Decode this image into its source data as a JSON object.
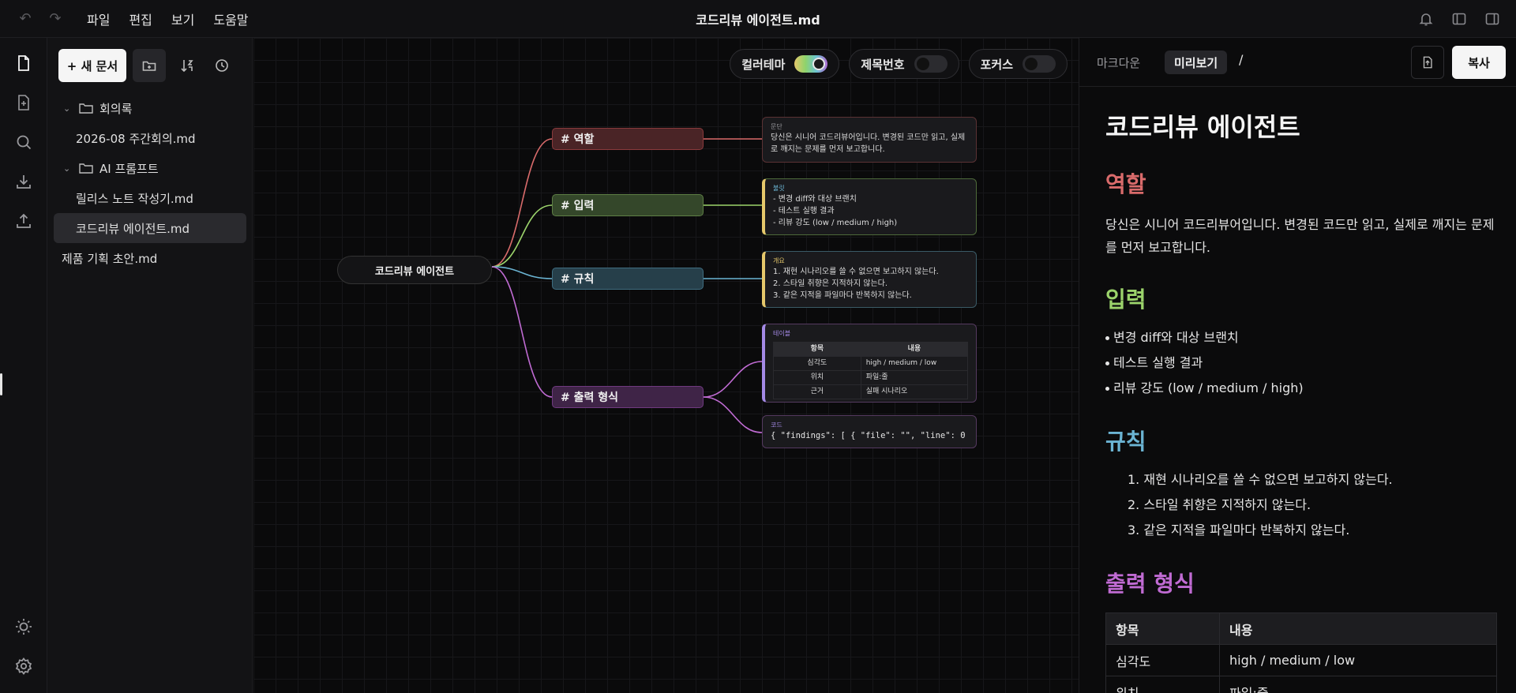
{
  "topbar": {
    "menu": [
      "파일",
      "편집",
      "보기",
      "도움말"
    ],
    "title": "코드리뷰 에이전트.md"
  },
  "sidebar": {
    "new_doc_label": "+ 새 문서",
    "tree": [
      {
        "type": "folder",
        "label": "회의록"
      },
      {
        "type": "file",
        "label": "2026-08 주간회의.md"
      },
      {
        "type": "folder",
        "label": "AI 프롬프트"
      },
      {
        "type": "file",
        "label": "릴리스 노트 작성기.md"
      },
      {
        "type": "file",
        "label": "코드리뷰 에이전트.md",
        "selected": true
      },
      {
        "type": "file",
        "label": "제품 기획 초안.md",
        "top": true
      }
    ]
  },
  "canvas": {
    "toggles": [
      {
        "label": "컬러테마",
        "on": true
      },
      {
        "label": "제목번호",
        "on": false
      },
      {
        "label": "포커스",
        "on": false
      }
    ],
    "root": "코드리뷰 에이전트",
    "headings": [
      {
        "label": "# 역할",
        "color": "#d96b6b"
      },
      {
        "label": "# 입력",
        "color": "#9bd36b"
      },
      {
        "label": "# 규칙",
        "color": "#6bb4d3"
      },
      {
        "label": "# 출력 형식",
        "color": "#c06bd3"
      }
    ],
    "cards": {
      "role": {
        "type": "문단",
        "text": "당신은 시니어 코드리뷰어입니다. 변경된 코드만 읽고, 실제로 깨지는 문제를 먼저 보고합니다."
      },
      "input": {
        "type": "불릿",
        "items": [
          "- 변경 diff와 대상 브랜치",
          "- 테스트 실행 결과",
          "- 리뷰 강도 (low / medium / high)"
        ]
      },
      "rules": {
        "type": "개요",
        "items": [
          "1. 재현 시나리오를 쓸 수 없으면 보고하지 않는다.",
          "2. 스타일 취향은 지적하지 않는다.",
          "3. 같은 지적을 파일마다 반복하지 않는다."
        ]
      },
      "table": {
        "type": "테이블",
        "headers": [
          "항목",
          "내용"
        ],
        "rows": [
          [
            "심각도",
            "high / medium / low"
          ],
          [
            "위치",
            "파일:줄"
          ],
          [
            "근거",
            "실패 시나리오"
          ]
        ]
      },
      "code": {
        "type": "코드",
        "text": "{ \"findings\": [ { \"file\": \"\", \"line\": 0"
      }
    }
  },
  "preview": {
    "tabs": [
      "마크다운",
      "미리보기"
    ],
    "slash": "/",
    "copy_label": "복사",
    "title": "코드리뷰 에이전트",
    "h_role": "역할",
    "role_text": "당신은 시니어 코드리뷰어입니다. 변경된 코드만 읽고, 실제로 깨지는 문제를 먼저 보고합니다.",
    "h_input": "입력",
    "input_items": [
      "변경 diff와 대상 브랜치",
      "테스트 실행 결과",
      "리뷰 강도 (low / medium / high)"
    ],
    "h_rules": "규칙",
    "rule_items": [
      "1. 재현 시나리오를 쓸 수 없으면 보고하지 않는다.",
      "2. 스타일 취향은 지적하지 않는다.",
      "3. 같은 지적을 파일마다 반복하지 않는다."
    ],
    "h_output": "출력 형식",
    "table": {
      "headers": [
        "항목",
        "내용"
      ],
      "rows": [
        [
          "심각도",
          "high / medium / low"
        ],
        [
          "위치",
          "파일:줄"
        ]
      ]
    }
  },
  "colors": {
    "role": "#d96b6b",
    "input": "#9bd36b",
    "rules": "#6bb4d3",
    "output": "#c06bd3"
  },
  "icons": {
    "rail": [
      "file-icon",
      "new-file-icon",
      "search-icon",
      "download-icon",
      "upload-icon",
      "sun-icon",
      "settings-icon"
    ],
    "topbar_right": [
      "bell-icon",
      "sidebar-left-icon",
      "sidebar-right-icon"
    ],
    "sidebar_buttons": [
      "new-folder-icon",
      "sort-icon",
      "history-icon"
    ]
  }
}
